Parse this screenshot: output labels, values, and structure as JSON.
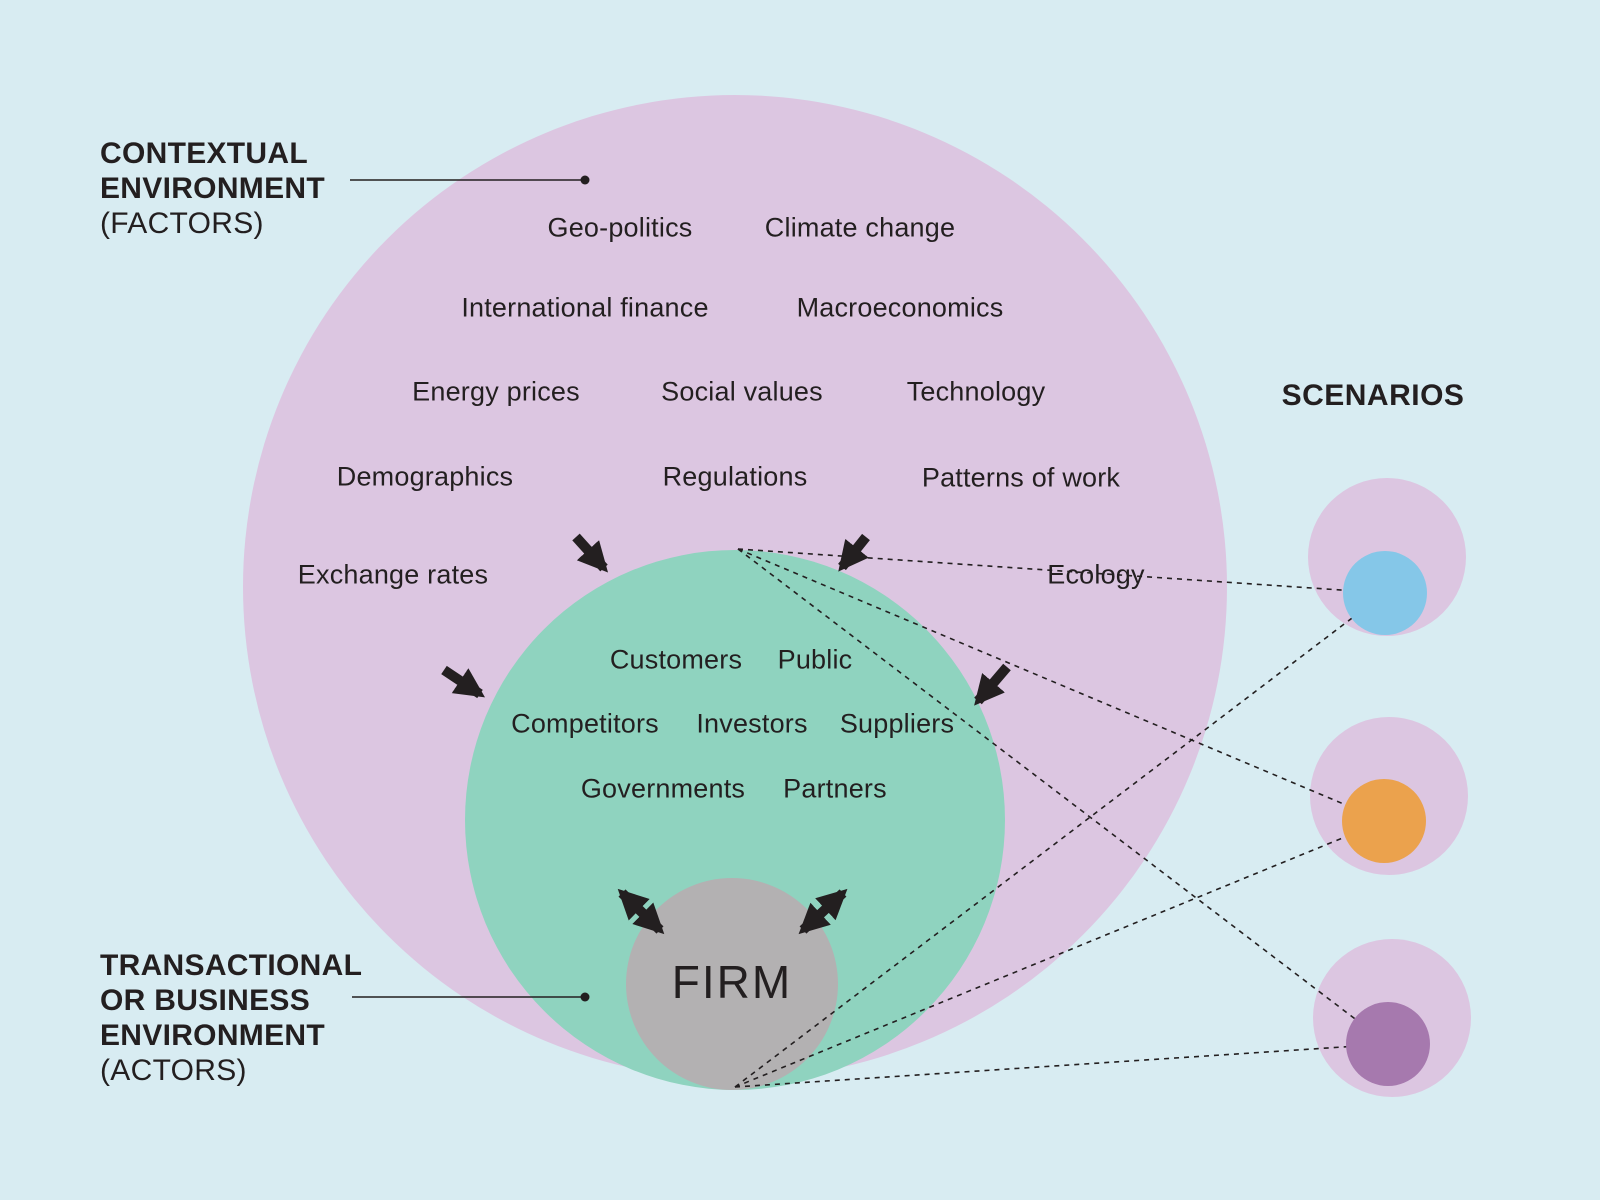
{
  "headings": {
    "contextual": {
      "l1": "CONTEXTUAL",
      "l2": "ENVIRONMENT",
      "l3": "(FACTORS)"
    },
    "transactional": {
      "l1": "TRANSACTIONAL",
      "l2": "OR BUSINESS",
      "l3": "ENVIRONMENT",
      "l4": "(ACTORS)"
    },
    "scenarios": "SCENARIOS"
  },
  "firm_label": "FIRM",
  "factors": [
    "Geo-politics",
    "Climate change",
    "International finance",
    "Macroeconomics",
    "Energy prices",
    "Social values",
    "Technology",
    "Demographics",
    "Regulations",
    "Patterns of work",
    "Exchange rates",
    "Ecology"
  ],
  "actors": [
    "Customers",
    "Public",
    "Competitors",
    "Investors",
    "Suppliers",
    "Governments",
    "Partners"
  ],
  "colors": {
    "background": "#d8ecf2",
    "contextual_circle": "#dcc6e1",
    "transactional_circle": "#8fd3bf",
    "firm_circle": "#b3b1b2",
    "scenario_outer": "#dcc6e1",
    "scenario_1_dot": "#85c7e8",
    "scenario_2_dot": "#eba24d",
    "scenario_3_dot": "#a679ae",
    "text": "#231f20"
  }
}
